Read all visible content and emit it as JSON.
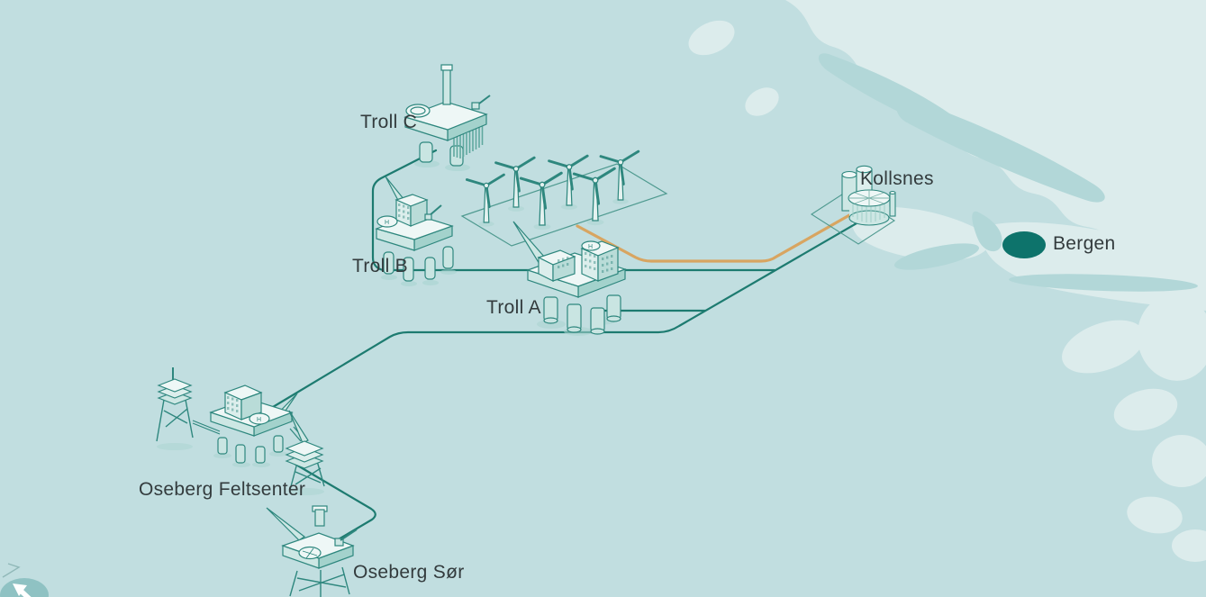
{
  "map": {
    "labels": {
      "troll_c": "Troll C",
      "troll_b": "Troll B",
      "troll_a": "Troll A",
      "kollsnes": "Kollsnes",
      "bergen": "Bergen",
      "oseberg_feltsenter": "Oseberg Feltsenter",
      "oseberg_sor": "Oseberg Sør"
    },
    "helideck_letter": "H",
    "facilities": [
      {
        "id": "troll-c",
        "label": "Troll C",
        "type": "offshore-platform"
      },
      {
        "id": "troll-b",
        "label": "Troll B",
        "type": "offshore-platform"
      },
      {
        "id": "troll-a",
        "label": "Troll A",
        "type": "offshore-platform"
      },
      {
        "id": "offshore-wind-farm",
        "label": "",
        "type": "floating-wind-farm",
        "turbine_count": 6
      },
      {
        "id": "kollsnes",
        "label": "Kollsnes",
        "type": "gas-processing-plant"
      },
      {
        "id": "bergen",
        "label": "Bergen",
        "type": "city-marker"
      },
      {
        "id": "oseberg-feltsenter",
        "label": "Oseberg Feltsenter",
        "type": "offshore-platform-complex"
      },
      {
        "id": "oseberg-sor",
        "label": "Oseberg Sør",
        "type": "offshore-platform"
      }
    ],
    "connections": [
      {
        "from": "troll-c",
        "to": "troll-b",
        "style": "teal-line"
      },
      {
        "from": "troll-b",
        "to": "troll-a",
        "style": "teal-line"
      },
      {
        "from": "troll-a",
        "to": "kollsnes",
        "style": "teal-line"
      },
      {
        "from": "kollsnes",
        "to": "oseberg-feltsenter",
        "style": "teal-line"
      },
      {
        "from": "oseberg-feltsenter",
        "to": "oseberg-sor",
        "style": "teal-line"
      },
      {
        "from": "offshore-wind-farm",
        "to": "kollsnes",
        "style": "orange-cable"
      }
    ],
    "colors": {
      "sea": "#c1dee0",
      "land": "#dcecec",
      "water_accent": "#b2d7d8",
      "line_teal": "#1d7b70",
      "cable_orange": "#d8a561",
      "city_marker": "#0d736b",
      "label_text": "#333b3d"
    },
    "icons": {
      "pan_cursor_arrow": "↖"
    }
  }
}
